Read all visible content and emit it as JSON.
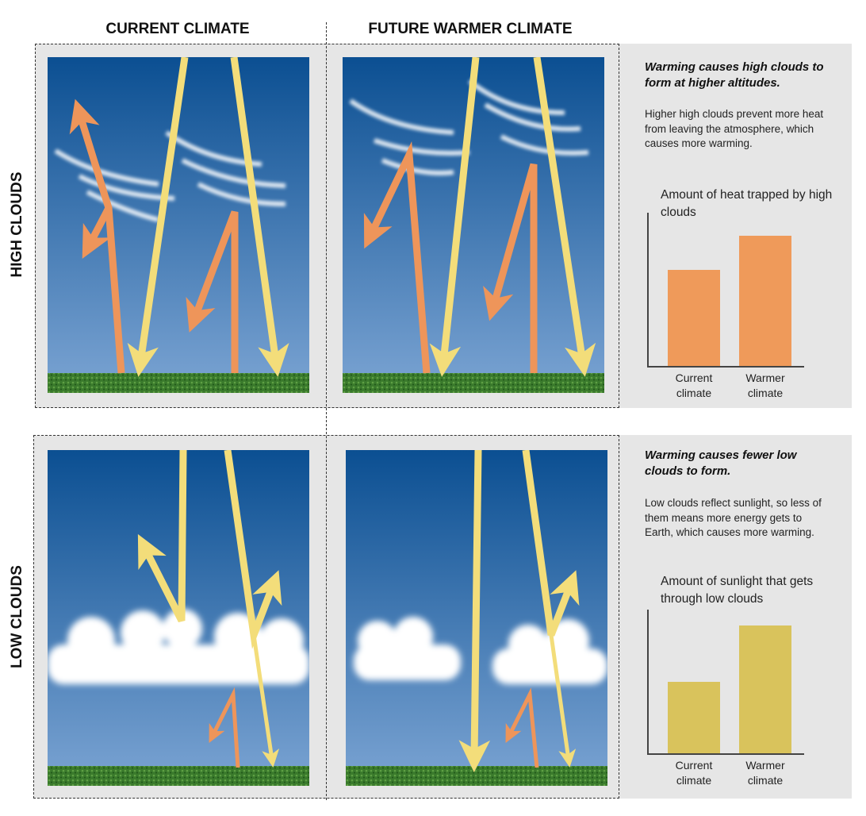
{
  "columns": [
    "CURRENT CLIMATE",
    "FUTURE WARMER CLIMATE"
  ],
  "rows": [
    "HIGH CLOUDS",
    "LOW CLOUDS"
  ],
  "high_info": {
    "title": "Warming causes high clouds to form at higher altitudes.",
    "body": "Higher high clouds prevent more heat from leaving the atmosphere, which causes more warming."
  },
  "low_info": {
    "title": "Warming causes fewer low clouds to form.",
    "body": "Low clouds reflect sunlight, so less of them means more energy gets to Earth, which causes more warming."
  },
  "chart_data": [
    {
      "type": "bar",
      "title": "Amount of heat trapped by high clouds",
      "categories": [
        "Current climate",
        "Warmer climate"
      ],
      "values": [
        0.62,
        0.84
      ],
      "ylim": [
        0,
        1
      ],
      "color": "#ef9a5a"
    },
    {
      "type": "bar",
      "title": "Amount of sunlight that gets through low clouds",
      "categories": [
        "Current climate",
        "Warmer climate"
      ],
      "values": [
        0.5,
        0.89
      ],
      "ylim": [
        0,
        1
      ],
      "color": "#d9c35c"
    }
  ],
  "colors": {
    "sunlight": "#f3dd7a",
    "heat": "#ee955a",
    "sky_top": "#0b4f92",
    "sky_bottom": "#7ba4d3",
    "ground": "#3f7d2e"
  }
}
